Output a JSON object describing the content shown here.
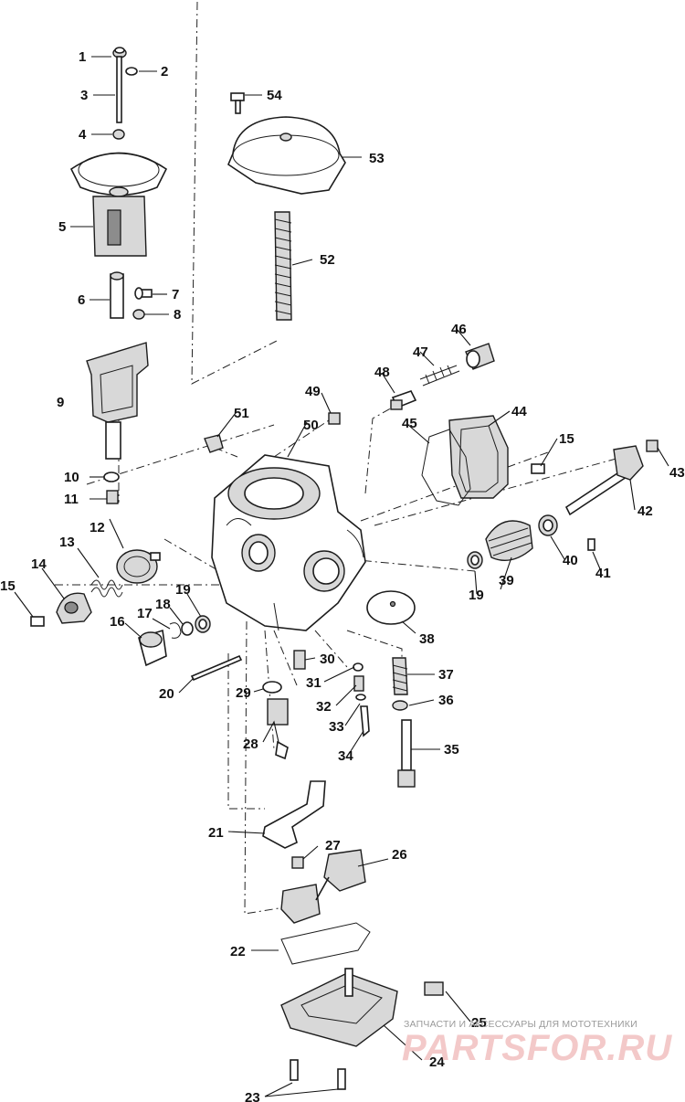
{
  "callouts": [
    {
      "id": "callout-1",
      "label": "1"
    },
    {
      "id": "callout-2",
      "label": "2"
    },
    {
      "id": "callout-3",
      "label": "3"
    },
    {
      "id": "callout-4",
      "label": "4"
    },
    {
      "id": "callout-5",
      "label": "5"
    },
    {
      "id": "callout-6",
      "label": "6"
    },
    {
      "id": "callout-7",
      "label": "7"
    },
    {
      "id": "callout-8",
      "label": "8"
    },
    {
      "id": "callout-9",
      "label": "9"
    },
    {
      "id": "callout-10",
      "label": "10"
    },
    {
      "id": "callout-11",
      "label": "11"
    },
    {
      "id": "callout-12",
      "label": "12"
    },
    {
      "id": "callout-13",
      "label": "13"
    },
    {
      "id": "callout-14",
      "label": "14"
    },
    {
      "id": "callout-15-left",
      "label": "15"
    },
    {
      "id": "callout-15-right",
      "label": "15"
    },
    {
      "id": "callout-16",
      "label": "16"
    },
    {
      "id": "callout-17",
      "label": "17"
    },
    {
      "id": "callout-18",
      "label": "18"
    },
    {
      "id": "callout-19-left",
      "label": "19"
    },
    {
      "id": "callout-19-right",
      "label": "19"
    },
    {
      "id": "callout-20",
      "label": "20"
    },
    {
      "id": "callout-21",
      "label": "21"
    },
    {
      "id": "callout-22",
      "label": "22"
    },
    {
      "id": "callout-23",
      "label": "23"
    },
    {
      "id": "callout-24",
      "label": "24"
    },
    {
      "id": "callout-25",
      "label": "25"
    },
    {
      "id": "callout-26",
      "label": "26"
    },
    {
      "id": "callout-27",
      "label": "27"
    },
    {
      "id": "callout-28",
      "label": "28"
    },
    {
      "id": "callout-29",
      "label": "29"
    },
    {
      "id": "callout-30",
      "label": "30"
    },
    {
      "id": "callout-31",
      "label": "31"
    },
    {
      "id": "callout-32",
      "label": "32"
    },
    {
      "id": "callout-33",
      "label": "33"
    },
    {
      "id": "callout-34",
      "label": "34"
    },
    {
      "id": "callout-35",
      "label": "35"
    },
    {
      "id": "callout-36",
      "label": "36"
    },
    {
      "id": "callout-37",
      "label": "37"
    },
    {
      "id": "callout-38",
      "label": "38"
    },
    {
      "id": "callout-39",
      "label": "39"
    },
    {
      "id": "callout-40",
      "label": "40"
    },
    {
      "id": "callout-41",
      "label": "41"
    },
    {
      "id": "callout-42",
      "label": "42"
    },
    {
      "id": "callout-43",
      "label": "43"
    },
    {
      "id": "callout-44",
      "label": "44"
    },
    {
      "id": "callout-45",
      "label": "45"
    },
    {
      "id": "callout-46",
      "label": "46"
    },
    {
      "id": "callout-47",
      "label": "47"
    },
    {
      "id": "callout-48",
      "label": "48"
    },
    {
      "id": "callout-49",
      "label": "49"
    },
    {
      "id": "callout-50",
      "label": "50"
    },
    {
      "id": "callout-51",
      "label": "51"
    },
    {
      "id": "callout-52",
      "label": "52"
    },
    {
      "id": "callout-53",
      "label": "53"
    },
    {
      "id": "callout-54",
      "label": "54"
    }
  ],
  "watermark": {
    "tagline": "ЗАПЧАСТИ И АКСЕССУАРЫ ДЛЯ МОТОТЕХНИКИ",
    "logo": "PARTSFOR.RU",
    "color": "#e8a8a8"
  },
  "colors": {
    "ink": "#1c1c1c",
    "background": "#ffffff"
  }
}
